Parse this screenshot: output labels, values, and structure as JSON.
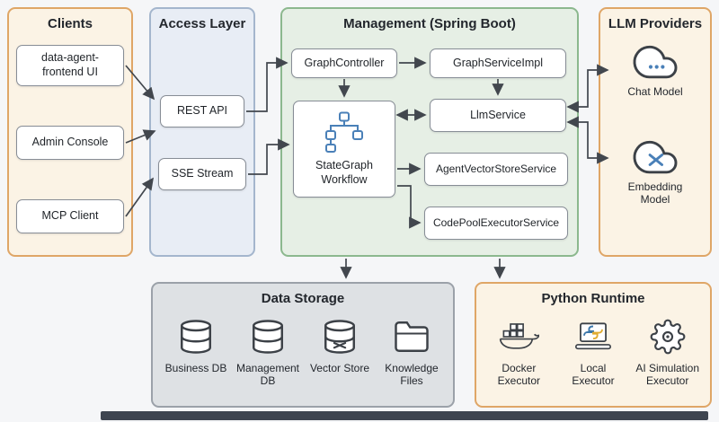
{
  "diagram": {
    "clients": {
      "title": "Clients",
      "items": [
        {
          "label": "data-agent-frontend UI"
        },
        {
          "label": "Admin Console"
        },
        {
          "label": "MCP Client"
        }
      ]
    },
    "access_layer": {
      "title": "Access Layer",
      "items": [
        {
          "label": "REST API"
        },
        {
          "label": "SSE Stream"
        }
      ]
    },
    "management": {
      "title": "Management (Spring Boot)",
      "nodes": {
        "graph_controller": {
          "label": "GraphController"
        },
        "graph_service_impl": {
          "label": "GraphServiceImpl"
        },
        "stategraph_workflow": {
          "label": "StateGraph Workflow",
          "icon": "workflow-graph-icon"
        },
        "llm_service": {
          "label": "LlmService"
        },
        "agent_vector_store_service": {
          "label": "AgentVectorStoreService"
        },
        "code_pool_executor_service": {
          "label": "CodePoolExecutorService"
        }
      }
    },
    "llm_providers": {
      "title": "LLM Providers",
      "items": [
        {
          "label": "Chat Model",
          "icon": "chat-cloud-icon"
        },
        {
          "label": "Embedding Model",
          "icon": "embedding-cloud-icon"
        }
      ]
    },
    "data_storage": {
      "title": "Data Storage",
      "items": [
        {
          "label": "Business DB",
          "icon": "database-icon"
        },
        {
          "label": "Management DB",
          "icon": "database-icon"
        },
        {
          "label": "Vector Store",
          "icon": "vector-database-icon"
        },
        {
          "label": "Knowledge Files",
          "icon": "folder-icon"
        }
      ]
    },
    "python_runtime": {
      "title": "Python Runtime",
      "items": [
        {
          "label": "Docker Executor",
          "icon": "docker-whale-icon"
        },
        {
          "label": "Local Executor",
          "icon": "laptop-python-icon"
        },
        {
          "label": "AI Simulation Executor",
          "icon": "gear-icon"
        }
      ]
    }
  },
  "colors": {
    "orange_group_border": "#DFA667",
    "orange_group_bg": "#FBF3E5",
    "blue_group_border": "#A4B6CD",
    "blue_group_bg": "#E8EDF5",
    "green_group_border": "#8CB88E",
    "green_group_bg": "#E6EFE5",
    "gray_group_border": "#9BA1A9",
    "gray_group_bg": "#DEE1E4",
    "node_border": "#878D96",
    "node_bg": "#FFFFFF",
    "arrow": "#42474E",
    "icon_accent_blue": "#4A80B8",
    "python_yellow": "#E0AB2F",
    "text": "#1F2328"
  }
}
